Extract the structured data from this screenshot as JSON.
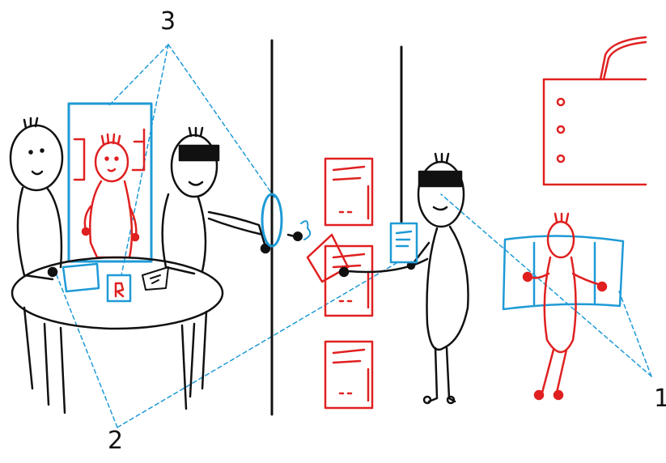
{
  "labels": {
    "one": "1",
    "two": "2",
    "three": "3"
  },
  "colors": {
    "ink": "#111111",
    "red": "#e02020",
    "blue": "#1e9ad6",
    "background": "#ffffff"
  }
}
